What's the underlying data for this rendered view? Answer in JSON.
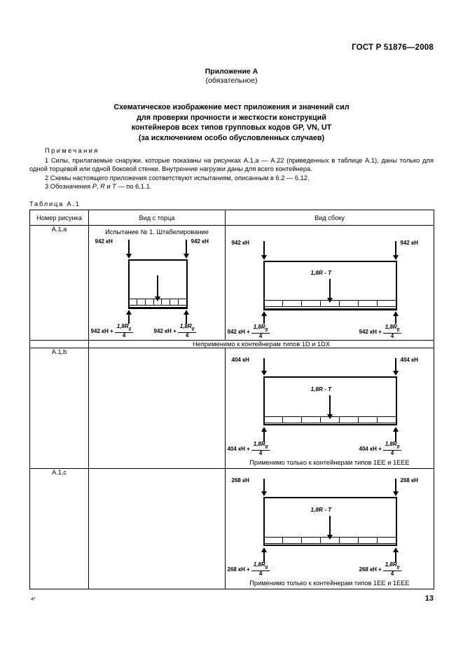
{
  "header": {
    "standard": "ГОСТ Р 51876—2008"
  },
  "appendix": {
    "name": "Приложение А",
    "kind": "(обязательное)"
  },
  "title": {
    "line1": "Схематическое изображение мест приложения и значений сил",
    "line2": "для проверки прочности и жесткости конструкций",
    "line3": "контейнеров всех типов групповых кодов GP, VN, UT",
    "line4": "(за исключением особо обусловленных случаев)"
  },
  "notes": {
    "heading": "Примечания",
    "item1": "1 Силы, прилагаемые снаружи, которые показаны на рисунках А.1,а — А.22 (приведенных в таблице А.1), даны только для одной торцевой или одной боковой стенки. Внутренние нагрузки даны для всего контейнера.",
    "item2": "2 Схемы настоящего приложения соответствуют испытаниям, описанным в 6.2 — 6.12.",
    "item3_pre": "3 Обозначения ",
    "item3_p": "P",
    "item3_sep1": ", ",
    "item3_r": "R",
    "item3_sep2": " и ",
    "item3_t": "T",
    "item3_post": " — по 6.1.1."
  },
  "table": {
    "caption": "Таблица А.1",
    "columns": {
      "number": "Номер рисунка",
      "end_view": "Вид с торца",
      "side_view": "Вид сбоку"
    },
    "rows": [
      {
        "number": "А.1,а",
        "test_title": "Испытание № 1. Штабелирование",
        "top_force": "942 кН",
        "bottom_force_lead": "942 кН +",
        "bottom_numerator": "1,8R",
        "bottom_numerator_sub": "g",
        "bottom_denominator": "4",
        "mid_force": "1,8R - T",
        "applicability": "Неприменимо к контейнерам типов 1D и 1DX",
        "has_end_view": true
      },
      {
        "number": "А.1,b",
        "test_title": "",
        "top_force": "404 кН",
        "bottom_force_lead": "404 кН +",
        "bottom_numerator": "1,8R",
        "bottom_numerator_sub": "g",
        "bottom_denominator": "4",
        "mid_force": "1,8R - T",
        "applicability": "Применимо только к контейнерам типов 1ЕЕ и 1ЕЕЕ",
        "has_end_view": false
      },
      {
        "number": "А.1,с",
        "test_title": "",
        "top_force": "268 кН",
        "bottom_force_lead": "268 кН +",
        "bottom_numerator": "1,8R",
        "bottom_numerator_sub": "g",
        "bottom_denominator": "4",
        "mid_force": "1,8R - T",
        "applicability": "Применимо только к контейнерам типов 1ЕЕ и 1ЕЕЕ",
        "has_end_view": false
      }
    ]
  },
  "footer": {
    "signature_mark": "4*",
    "page_number": "13"
  }
}
